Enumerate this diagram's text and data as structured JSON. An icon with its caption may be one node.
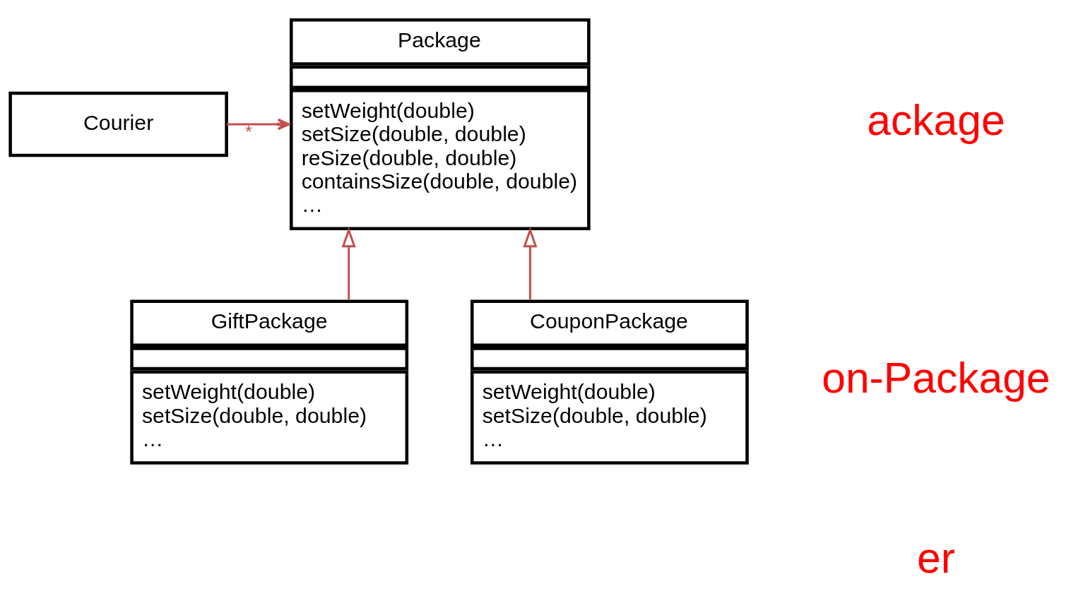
{
  "diagram": {
    "nodes": [
      {
        "text": [
          "Package",
          "setWeight(double)",
          "setSize(double, double)",
          "reSize(double, double)",
          "containsSize(double, double)",
          "…"
        ]
      },
      {
        "text": [
          "Courier"
        ]
      },
      {
        "text": [
          "GiftPackage",
          "setWeight(double)",
          "setSize(double, double)",
          "…"
        ]
      },
      {
        "text": [
          "CouponPackage",
          "setWeight(double)",
          "setSize(double, double)",
          "…"
        ]
      }
    ],
    "edges": [
      {
        "from": 1,
        "to": 0,
        "arrow": "to",
        "label": "*",
        "color": "#c0504d"
      },
      {
        "from": 2,
        "to": 0,
        "arrow": "to",
        "color": "#c0504d"
      },
      {
        "from": 3,
        "to": 0,
        "arrow": "to",
        "color": "#c0504d"
      }
    ],
    "labels": [
      "ackage",
      "on-Package",
      "er"
    ]
  }
}
